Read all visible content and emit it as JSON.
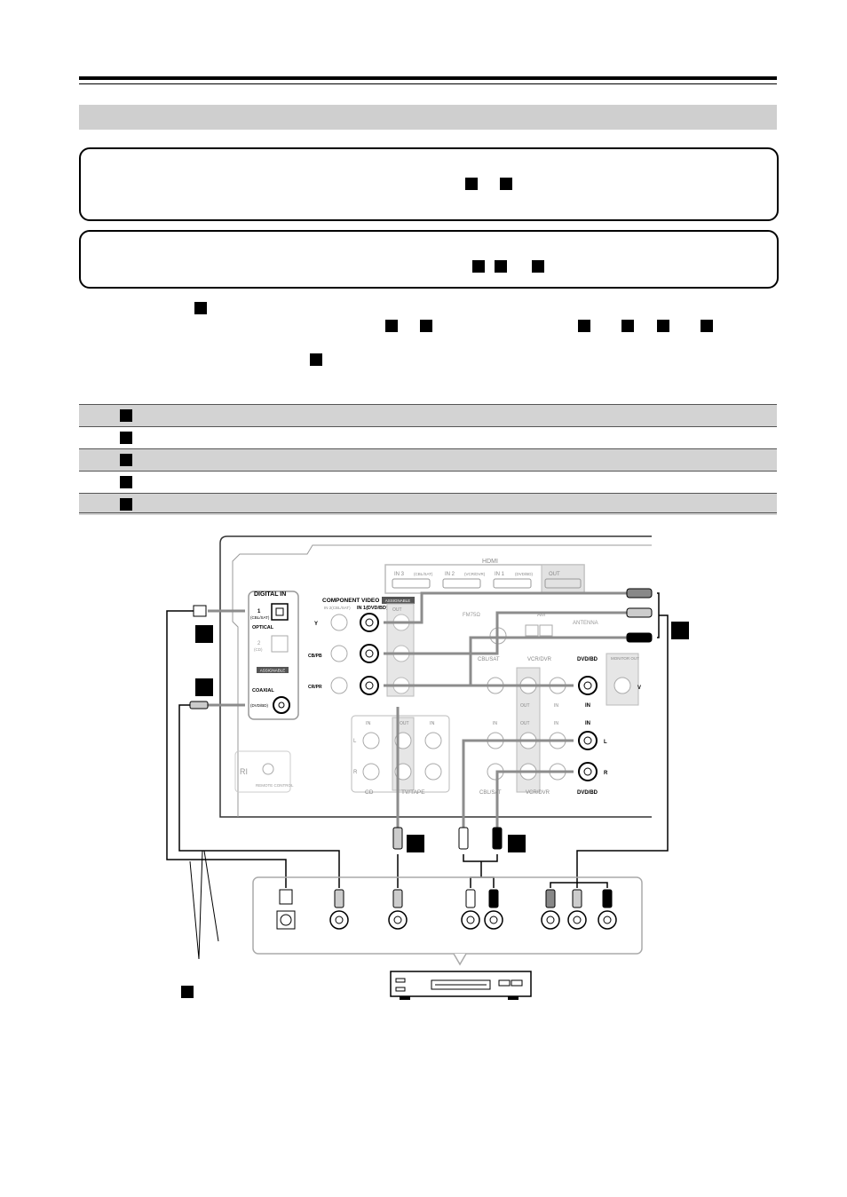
{
  "colors": {
    "rule": "#000000",
    "section_bar": "#cfcfcf",
    "table_shade": "#d3d3d3",
    "panel_outline": "#9a9a9a",
    "cable_gray": "#8c8c8c",
    "cable_black": "#000000"
  },
  "table": {
    "rows": [
      {
        "marker": "square-marker",
        "shaded": true
      },
      {
        "marker": "square-marker",
        "shaded": false
      },
      {
        "marker": "square-marker",
        "shaded": true
      },
      {
        "marker": "square-marker",
        "shaded": false
      },
      {
        "marker": "square-marker",
        "shaded": true
      }
    ]
  },
  "diagram": {
    "panel": {
      "hdmi": "HDMI",
      "hdmi_in3": "IN 3",
      "hdmi_in3_sub": "(CBL/SAT)",
      "hdmi_in2": "IN 2",
      "hdmi_in2_sub": "(VCR/DVR)",
      "hdmi_in1": "IN 1",
      "hdmi_in1_sub": "(DVD/BD)",
      "hdmi_out": "OUT",
      "digital_in": "DIGITAL IN",
      "optical_1": "1",
      "optical_1_sub": "(CBL/SAT)",
      "optical": "OPTICAL",
      "optical_2": "2",
      "optical_2_sub": "(CD)",
      "assignable": "ASSIGNABLE",
      "coaxial": "COAXIAL",
      "coaxial_sub": "(DVD/BD)",
      "component_video": "COMPONENT VIDEO",
      "component_assignable": "ASSIGNABLE",
      "comp_in2": "IN 2(CBL/SAT)",
      "comp_in1": "IN 1(DVD/BD)",
      "comp_out": "OUT",
      "y": "Y",
      "cbpb": "CB/PB",
      "crpr": "CR/PR",
      "fm75": "FM75Ω",
      "am": "AM",
      "antenna": "ANTENNA",
      "cbl_sat": "CBL/SAT",
      "vcr_dvr": "VCR/DVR",
      "dvd_bd": "DVD/BD",
      "monitor_out": "MONITOR OUT",
      "v": "V",
      "in": "IN",
      "out": "OUT",
      "l": "L",
      "r": "R",
      "cd": "CD",
      "tv_tape": "TV/TAPE",
      "ri": "RI",
      "remote_control": "REMOTE CONTROL"
    }
  }
}
